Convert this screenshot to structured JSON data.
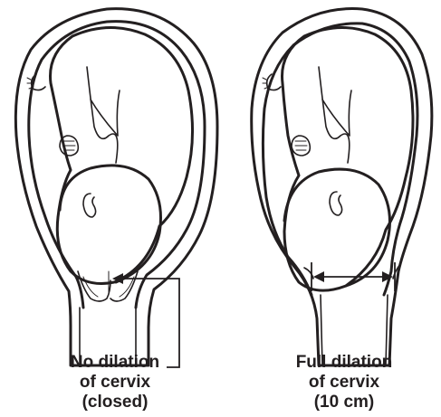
{
  "captions": {
    "left": {
      "line1": "No dilation",
      "line2": "of cervix",
      "line3": "(closed)"
    },
    "right": {
      "line1": "Full dilation",
      "line2": "of cervix",
      "line3": "(10 cm)"
    }
  },
  "colors": {
    "ink": "#231f20",
    "background": "#ffffff"
  }
}
